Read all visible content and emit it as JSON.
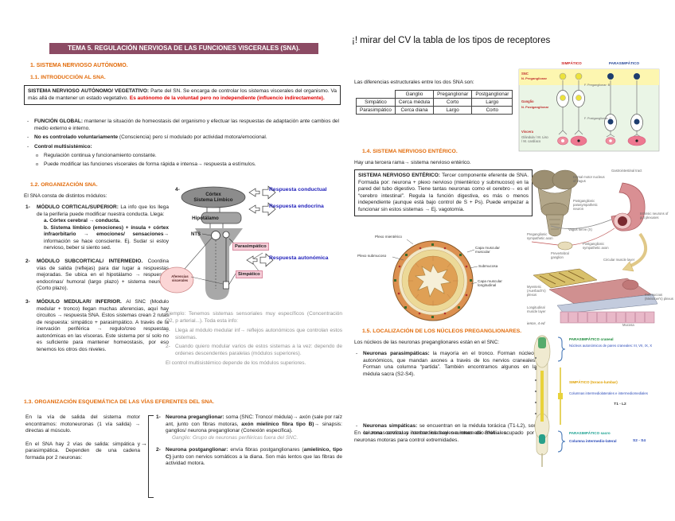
{
  "left": {
    "title_bar": "TEMA 5. REGULACIÓN NERVIOSA DE LAS FUNCIONES VISCERALES (SNA).",
    "h1": "1.  SISTEMA NERVIOSO AUTÓNOMO.",
    "h11": "1.1. INTRODUCCIÓN AL SNA.",
    "intro_box": [
      {
        "t": "SISTEMA NERVIOSO AUTÓNOMO/ VEGETATIVO: ",
        "c": "b"
      },
      {
        "t": "Parte del SN. Se encarga de controlar los  sistemas viscerales del organismo. Va más allá de mantener un estado vegetativo. "
      },
      {
        "t": "Es autónomo de la voluntad pero no independiente (influencio indirectamente).",
        "c": "r"
      }
    ],
    "bullets": {
      "b1": [
        {
          "t": "FUNCIÓN GLOBAL: ",
          "c": "b"
        },
        {
          "t": "mantener la situación de homeostasis del organismo y efectuar las respuestas de adaptación ante cambios del medio externo e interno."
        }
      ],
      "b2": [
        {
          "t": "No es controlado voluntariamente ",
          "c": "b"
        },
        {
          "t": "(Consciencia) pero sí modulado por actividad motora/emocional."
        }
      ],
      "b3": [
        {
          "t": "Control multisistémico:",
          "c": "b"
        }
      ],
      "sub1": "Regulación continua y funcionamiento constante.",
      "sub2": "Puede modificar las funciones viscerales de forma rápida e intensa→ respuesta a estímulos."
    },
    "h12": "1.2. ORGANIZACIÓN SNA.",
    "modules_intro": "El SNA consta de distintos módulos:",
    "m1_num": "1-",
    "m1": [
      {
        "t": "MÓDULO CORTICAL/SUPERIOR: ",
        "c": "b"
      },
      {
        "t": "La info que los llega de la periferia puede modificar nuestra conducta. Llega:"
      }
    ],
    "m1a": [
      {
        "t": "a. Córtex cerebral → conducta.",
        "c": "b"
      }
    ],
    "m1b": [
      {
        "t": "b. Sistema límbico (emociones) + ínsula + córtex infraorbitario → emociones/ sensaciones→ ",
        "c": "b"
      },
      {
        "t": "información se hace consciente. Ej. Sudar si estoy nervioso, beber si siento sed."
      }
    ],
    "m2_num": "2-",
    "m2": [
      {
        "t": "MÓDULO SUBCORTICAL/ INTERMEDIO. ",
        "c": "b"
      },
      {
        "t": "Coordina vías de salida (reflejas) para dar lugar a respuestas mejoradas. Se ubica en el hipotálamo → respuestas endocrinas/ humoral (largo plazo) + sistema neuronal (Corto plazo)."
      }
    ],
    "m3_num": "3-",
    "m3": [
      {
        "t": "MÓDULO MEDULAR/ INFERIOR. ",
        "c": "b"
      },
      {
        "t": "Al SNC (Modulo medular + tronco) llegan muchas aferencias, aquí hay circuitos →  respuesta SNA. Estos sistemas crean 2 rutas de respuesta: simpático + parasimpático. A través de la inervación periférica → regulo/creo respuestas autonómicas en las vísceras. Este sistema por sí solo no es suficiente para mantener homeostasis, por eso tenemos los otros dos niveles."
      }
    ],
    "diagram": {
      "num": "4-",
      "cortex_line1": "Córtex",
      "cortex_line2": "Sistema Límbico",
      "hipotalamo": "Hipotálamo",
      "nts": "NTS",
      "parasimpatico": "Parasimpático",
      "simpatico": "Simpático",
      "aferencias": "Aferencias viscerales",
      "resp_conductual": "Respuesta conductual",
      "resp_endocrina": "Respuesta endocrina",
      "resp_autonomica": "Respuesta autonómica"
    },
    "example": {
      "intro": "Ejemplo: Tenemos sistemas sensoriales muy específicos (Concentración O2, p arterial...). Toda esta info:",
      "n1": "1-",
      "i1": "Llega al módulo medular inf→ reflejos autonómicos que controlan estos sistemas.",
      "n2": "2-",
      "i2": "Cuando quiero modular varios de estos sistemas a la vez: dependo de ordenes descendentes paralelas (módulos superiores).",
      "tail": "El control multisistémico depende de los módulos superiores."
    },
    "h13": "1.3. ORGANIZACIÓN ESQUEMÁTICA DE LAS VÍAS EFERENTES DEL SNA.",
    "efferent": {
      "p1": "En la vía de salida del sistema motor encontramos: motoneuronas (1 vía salida) → directas al músculo.",
      "p2": "En el SNA hay 2 vías de salida: simpática y parasimpática. Dependen de una cadena formada por 2 neuronas:",
      "arrow": "→",
      "n1": "1-",
      "item1": [
        {
          "t": "Neurona preganglionar: ",
          "c": "b"
        },
        {
          "t": "soma (SNC: Tronco/ médula)→ axón (sale por raíz ant, junto con fibras motoras, "
        },
        {
          "t": "axón mielínico fibra tipo B)→ ",
          "c": "b"
        },
        {
          "t": "sinapsis: ganglios/ neurona preganglionar (Conexión específica)."
        }
      ],
      "note1": "Ganglio: Grupo de neuronas periféricas fuera del SNC.",
      "n2": "2-",
      "item2": [
        {
          "t": "Neurona postganglionar: ",
          "c": "b"
        },
        {
          "t": "envía fibras postganglionares ("
        },
        {
          "t": "amielínico, tipo C)",
          "c": "b"
        },
        {
          "t": " junto con nervios somáticos a la diana. Son más lentos que las fibras de actividad motora."
        }
      ]
    }
  },
  "right": {
    "note_title": "¡! mirar del CV la tabla de los tipos de receptores",
    "table_intro": "Las diferencias estructurales entre los dos SNA son:",
    "table": {
      "headers": [
        "",
        "Ganglio",
        "Preganglionar",
        "Postganglionar"
      ],
      "rows": [
        [
          "Simpático",
          "Cerca médula",
          "Corto",
          "Largo"
        ],
        [
          "Parasimpático",
          "Cerca diana",
          "Largo",
          "Corto"
        ]
      ]
    },
    "receptor_diagram": {
      "col_sym": "SIMPÁTICO",
      "col_para": "PARASIMPÁTICO",
      "snc": "SNC",
      "n_pre": "N. Preganglionar",
      "ganglio": "Ganglio",
      "n_post": "N. Postganglionar",
      "viscera": "Víscera",
      "viscera_sub1": "Glándula / M. Liso",
      "viscera_sub2": "/ M. cardíaco",
      "f_pre": "F. Preganglionar: B",
      "f_post": "F. Postganglionar: C"
    },
    "h14": "1.4. SISTEMA NERVIOSO ENTÉRICO.",
    "p_enteric": "Hay una tercera rama→ sistema nervioso entérico.",
    "enteric_box": [
      {
        "t": "SISTEMA NERVIOSO ENTÉRICO: ",
        "c": "b"
      },
      {
        "t": "Tercer componente eferente de SNA. Formada por: neurona + plexo nervioso (mientérico y submucoso) en la pared del tubo digestivo. Tiene tantas neuronas como el cerebro→ es el “cerebro intestinal”. Regula la función digestiva, es más o menos independiente (aunque está bajo control de S + Ps). Puede empezar a funcionar sin estos sistemas → Ej. vagotomía."
      }
    ],
    "gut_figure": {
      "plexo_mienterico": "Plexo mientérico",
      "plexo_submucoso": "Plexo submucoso",
      "capa_muscular": "Capa muscular muscular",
      "submucosa": "Submucosa",
      "capa_longitudinal": "Capa muscular longitudinal"
    },
    "h15": "1.5. LOCALIZACIÓN DE LOS NÚCLEOS PREGANGLIONARES.",
    "p_nuclei": "Los núcleos de las neuronas preganglionares están en el SNC:",
    "nb1": [
      {
        "t": "Neuronas parasimpáticas: ",
        "c": "b"
      },
      {
        "t": "la mayoría en el tronco. Forman núcleos autonómicos, que mandan axones a través de los nervios craneales. Forman una columna “partida”. También encontramos algunos en la médula sacra (S2-S4)."
      }
    ],
    "nb2": [
      {
        "t": "Neuronas simpáticas: ",
        "c": "b"
      },
      {
        "t": "se encuentran en la médula torácica (T1-L2), son columnas continuas intermediolaterales e intermedio-mediales."
      }
    ],
    "final": "En la zona cervical y lumbar no hay neuronas de SNA→ ocupado por neuronas motoras para control extremidades.",
    "anatomy_figure": {
      "dorsal_nucleus": "Dorsal motor nucleus of vagus",
      "gi_tract": "Gastrointestinal tract",
      "postg_para": "Postganglionic parasympathetic neuron",
      "vagus": "Vagus nerve (X)",
      "preg_sym": "Preganglionic sympathetic axon",
      "prevert": "Prevertebral ganglion",
      "postg_sym": "Postganglionic sympathetic axon",
      "intrinsic": "Intrinsic neurons of gut plexuses",
      "circular": "Circular muscle layer",
      "myenteric": "Myenteric (Auerbach's) plexus",
      "longitudinal": "Longitudinal muscle layer",
      "submucous": "Submucous (Meissner's) plexus",
      "mucosa": "Mucosa",
      "caption": "ience, 4 ed"
    },
    "spinal_diagram": {
      "cranial_head": "PARASIMPÁTICO craneal",
      "cranial_body": "Núcleos autonómicos de pares craneales: III, VII, IX, X",
      "sym_head": "SIMPÁTICO (toraco-lumbar)",
      "sym_body": "Columnas intermediolaterales e intermediomediales",
      "sym_range": "T1 - L2",
      "sacral_head": "PARASIMPÁTICO sacro",
      "sacral_body": "Columna intermedio-lateral",
      "sacral_range": "S2 - S4"
    }
  }
}
